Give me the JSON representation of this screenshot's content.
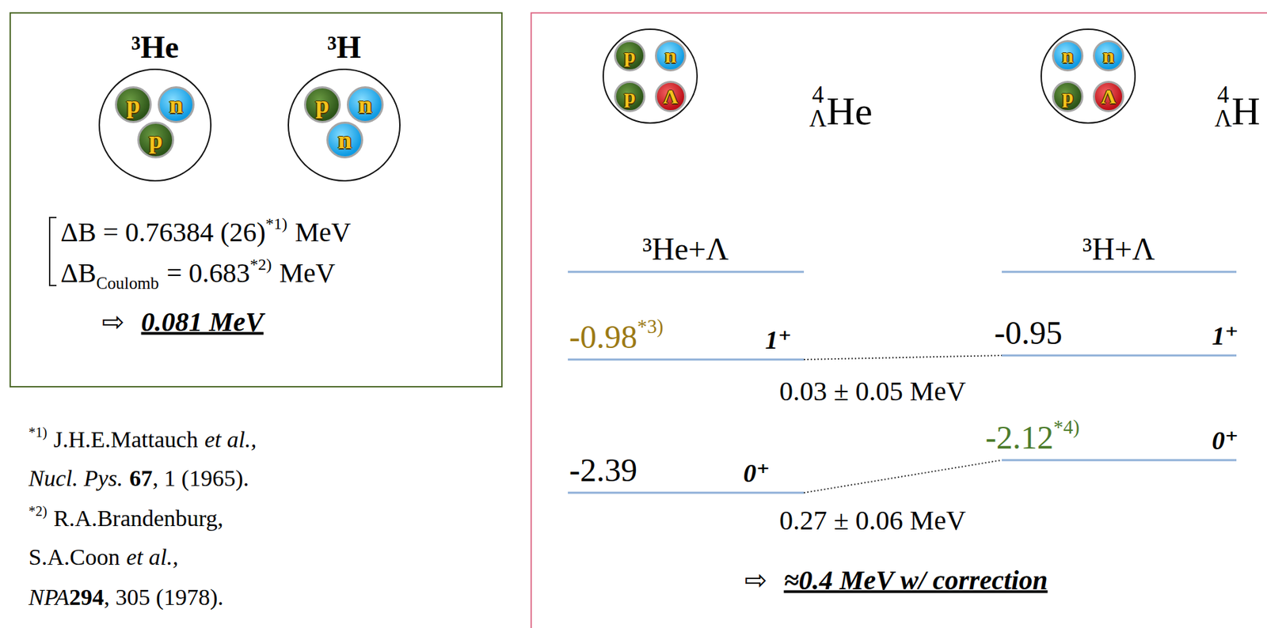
{
  "diagram": {
    "nodes": [
      {
        "text": [
          "ΔB = 0.76384 (26)",
          "*1)",
          "MeV",
          "ΔB",
          "Coulomb",
          "= 0.683",
          "*2)",
          "MeV",
          "⇨",
          "0.081 MeV"
        ]
      },
      {
        "text": [
          "³He"
        ],
        "in": 0
      },
      {
        "text": [
          "p"
        ],
        "in": 1
      },
      {
        "text": [
          "n"
        ],
        "in": 1
      },
      {
        "text": [
          "p"
        ],
        "in": 1
      },
      {
        "text": [
          "³H"
        ],
        "in": 0
      },
      {
        "text": [
          "p"
        ],
        "in": 5
      },
      {
        "text": [
          "n"
        ],
        "in": 5
      },
      {
        "text": [
          "n"
        ],
        "in": 5
      },
      {
        "text": [
          "³He+Λ",
          "³H+Λ",
          "-0.98",
          "*3)",
          "1⁺",
          "-0.95",
          "1⁺",
          "0.03 ± 0.05 MeV",
          "-2.12",
          "*4)",
          "0⁺",
          "-2.39",
          "0⁺",
          "0.27 ± 0.06 MeV",
          "⇨",
          "≈0.4 MeV w/ correction"
        ]
      },
      {
        "text": [
          "4",
          "Λ",
          "He"
        ],
        "in": 9
      },
      {
        "text": [
          "p"
        ],
        "in": 10
      },
      {
        "text": [
          "n"
        ],
        "in": 10
      },
      {
        "text": [
          "p"
        ],
        "in": 10
      },
      {
        "text": [
          "Λ"
        ],
        "in": 10
      },
      {
        "text": [
          "4",
          "Λ",
          "H"
        ],
        "in": 9
      },
      {
        "text": [
          "n"
        ],
        "in": 15
      },
      {
        "text": [
          "n"
        ],
        "in": 15
      },
      {
        "text": [
          "p"
        ],
        "in": 15
      },
      {
        "text": [
          "Λ"
        ],
        "in": 15
      }
    ],
    "labels": [
      "*1)",
      "J.H.E.Mattauch",
      "et al.,",
      "Nucl. Pys.",
      "67",
      ", 1 (1965).",
      "*2)",
      "R.A.Brandenburg,",
      "S.A.Coon",
      "et al.,",
      "NPA",
      "294",
      ", 305 (1978)."
    ]
  }
}
